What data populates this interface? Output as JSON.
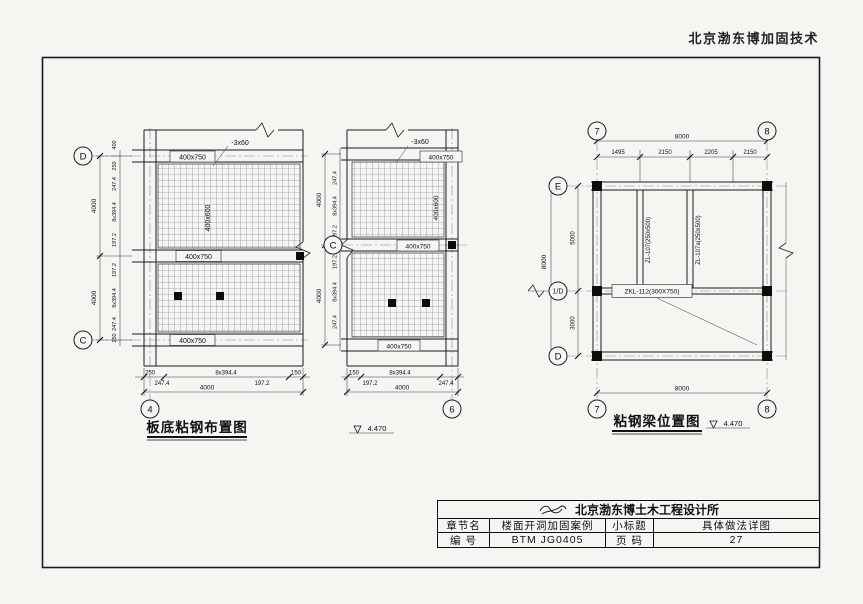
{
  "page": {
    "header": "北京渤东博加固技术"
  },
  "left_plan": {
    "title": "板底粘钢布置图",
    "elevation": "4.470",
    "bubble_d": "D",
    "bubble_c": "C",
    "bubble_4": "4",
    "label_plate": "-3x60",
    "label_beam_top": "400x750",
    "label_beam_mid": "400x750",
    "label_beam_bottom": "400x750",
    "label_beam_vert": "400x600",
    "dim_total_left_1": "4000",
    "dim_total_left_2": "4000",
    "left_chain": [
      "400",
      "250",
      "247.4",
      "8x394.4",
      "197.2",
      "197.2",
      "8x394.4",
      "247.4",
      "250"
    ],
    "bottom_chain": [
      "250",
      "247.4",
      "8x394.4",
      "197.2",
      "150"
    ],
    "dim_total_bottom": "4000"
  },
  "middle_plan": {
    "bubble_c": "C",
    "bubble_6": "6",
    "label_plate": "-3x60",
    "label_beam_top": "400x750",
    "label_beam_mid": "400x750",
    "label_beam_bottom": "400x750",
    "label_beam_vert": "400x600",
    "dim_total_left_1": "4000",
    "dim_total_left_2": "4000",
    "left_chain": [
      "247.4",
      "8x394.4",
      "197.2",
      "197.2",
      "8x394.4",
      "247.4"
    ],
    "bottom_chain": [
      "150",
      "197.2",
      "8x394.4",
      "247.4"
    ],
    "dim_total_bottom": "4000"
  },
  "right_plan": {
    "title": "粘钢梁位置图",
    "elevation": "4.470",
    "bubble_7": "7",
    "bubble_8": "8",
    "bubble_e": "E",
    "bubble_1d": "1/D",
    "bubble_d": "D",
    "dim_top_total": "8000",
    "top_chain": [
      "1495",
      "2150",
      "2205",
      "2150"
    ],
    "dim_left_upper": "5000",
    "dim_left_lower": "3000",
    "dim_left_total": "8000",
    "dim_bottom_total": "8000",
    "beam_zl107": "ZL-107(250x500)",
    "beam_zl107a": "ZL-107a(250x500)",
    "beam_zkl112": "ZKL-112(300X750)"
  },
  "title_block": {
    "company": "北京渤东博土木工程设计所",
    "chapter_label": "章节名",
    "chapter_value": "楼面开洞加固案例",
    "subtitle_label": "小标题",
    "subtitle_value": "具体做法详图",
    "number_label": "编 号",
    "number_value": "BTM JG0405",
    "page_label": "页 码",
    "page_value": "27"
  }
}
